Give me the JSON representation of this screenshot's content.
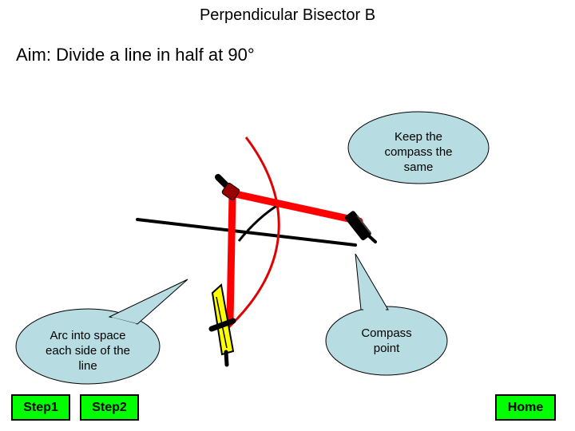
{
  "title": "Perpendicular Bisector B",
  "aim": "Aim: Divide a line in half at 90°",
  "callouts": {
    "keep_same": "Keep the compass the same",
    "arc_space": "Arc into space each side of the line",
    "compass_point": "Compass point"
  },
  "buttons": {
    "step1": "Step1",
    "step2": "Step2",
    "home": "Home"
  },
  "colors": {
    "compass_arm": "#ff0000",
    "arc": "#e00000",
    "line": "#000000",
    "pencil": "#ffff00",
    "hinge": "#990000",
    "callout_fill": "#b7dde3",
    "button": "#00ff00"
  }
}
